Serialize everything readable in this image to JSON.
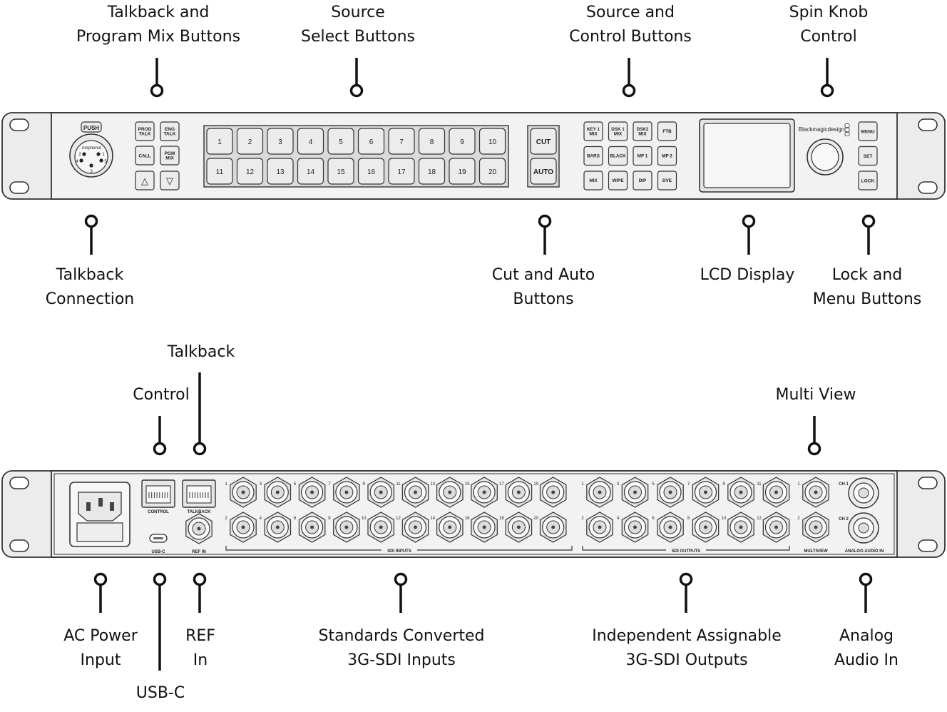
{
  "callouts": {
    "talkback_program_mix": [
      "Talkback and",
      "Program Mix Buttons"
    ],
    "source_select": [
      "Source",
      "Select Buttons"
    ],
    "source_control": [
      "Source and",
      "Control  Buttons"
    ],
    "spin_knob": [
      "Spin Knob",
      "Control"
    ],
    "talkback_connection": [
      "Talkback",
      "Connection"
    ],
    "cut_auto": [
      "Cut and Auto",
      "Buttons"
    ],
    "lcd_display": [
      "LCD Display"
    ],
    "lock_menu": [
      "Lock and",
      "Menu Buttons"
    ],
    "talkback_rear": [
      "Talkback"
    ],
    "control_rear": [
      "Control"
    ],
    "multi_view": [
      "Multi View"
    ],
    "ac_power": [
      "AC Power",
      "Input"
    ],
    "usb_c": [
      "USB-C"
    ],
    "ref_in": [
      "REF",
      "In"
    ],
    "sdi_inputs": [
      "Standards Converted",
      "3G-SDI Inputs"
    ],
    "sdi_outputs": [
      "Independent Assignable",
      "3G-SDI Outputs"
    ],
    "analog_audio": [
      "Analog",
      "Audio In"
    ]
  },
  "front_panel": {
    "xlr_push": "PUSH",
    "xlr_brand": "Amphenol",
    "xlr_pins": [
      "1",
      "2",
      "3",
      "4",
      "5"
    ],
    "talkback_buttons": [
      [
        "PROD",
        "TALK"
      ],
      [
        "ENG",
        "TALK"
      ],
      [
        "CALL"
      ],
      [
        "PGM",
        "MIX"
      ]
    ],
    "arrow_up": "△",
    "arrow_down": "▽",
    "source_buttons": [
      "1",
      "2",
      "3",
      "4",
      "5",
      "6",
      "7",
      "8",
      "9",
      "10",
      "11",
      "12",
      "13",
      "14",
      "15",
      "16",
      "17",
      "18",
      "19",
      "20"
    ],
    "transition_buttons": [
      "CUT",
      "AUTO"
    ],
    "control_buttons": [
      [
        "KEY 1",
        "MIX"
      ],
      [
        "DSK 1",
        "MIX"
      ],
      [
        "DSK2",
        "MIX"
      ],
      [
        "FTB"
      ],
      [
        "BARS"
      ],
      [
        "BLACK"
      ],
      [
        "MP 1"
      ],
      [
        "MP 2"
      ],
      [
        "MIX"
      ],
      [
        "WIPE"
      ],
      [
        "DIP"
      ],
      [
        "DVE"
      ]
    ],
    "brand": "Blackmagicdesign",
    "menu_buttons": [
      "MENU",
      "SET",
      "LOCK"
    ]
  },
  "rear_panel": {
    "control_label": "CONTROL",
    "talkback_label": "TALKBACK",
    "usbc_label": "USB-C",
    "refin_label": "REF IN",
    "sdi_inputs_label": "SDI INPUTS",
    "sdi_outputs_label": "SDI OUTPUTS",
    "multiview_label": "MULTIVIEW",
    "analog_audio_label": "ANALOG AUDIO IN",
    "ch1_label": "CH 1",
    "ch2_label": "CH 2",
    "input_numbers_top": [
      "1",
      "3",
      "5",
      "7",
      "9",
      "11",
      "13",
      "15",
      "17",
      "19"
    ],
    "input_numbers_bottom": [
      "2",
      "4",
      "6",
      "8",
      "10",
      "12",
      "14",
      "16",
      "18",
      "20"
    ],
    "output_numbers_top": [
      "1",
      "3",
      "5",
      "7",
      "9",
      "11"
    ],
    "output_numbers_bottom": [
      "2",
      "4",
      "6",
      "8",
      "10",
      "12"
    ],
    "multiview_numbers": [
      "1",
      "2"
    ]
  }
}
